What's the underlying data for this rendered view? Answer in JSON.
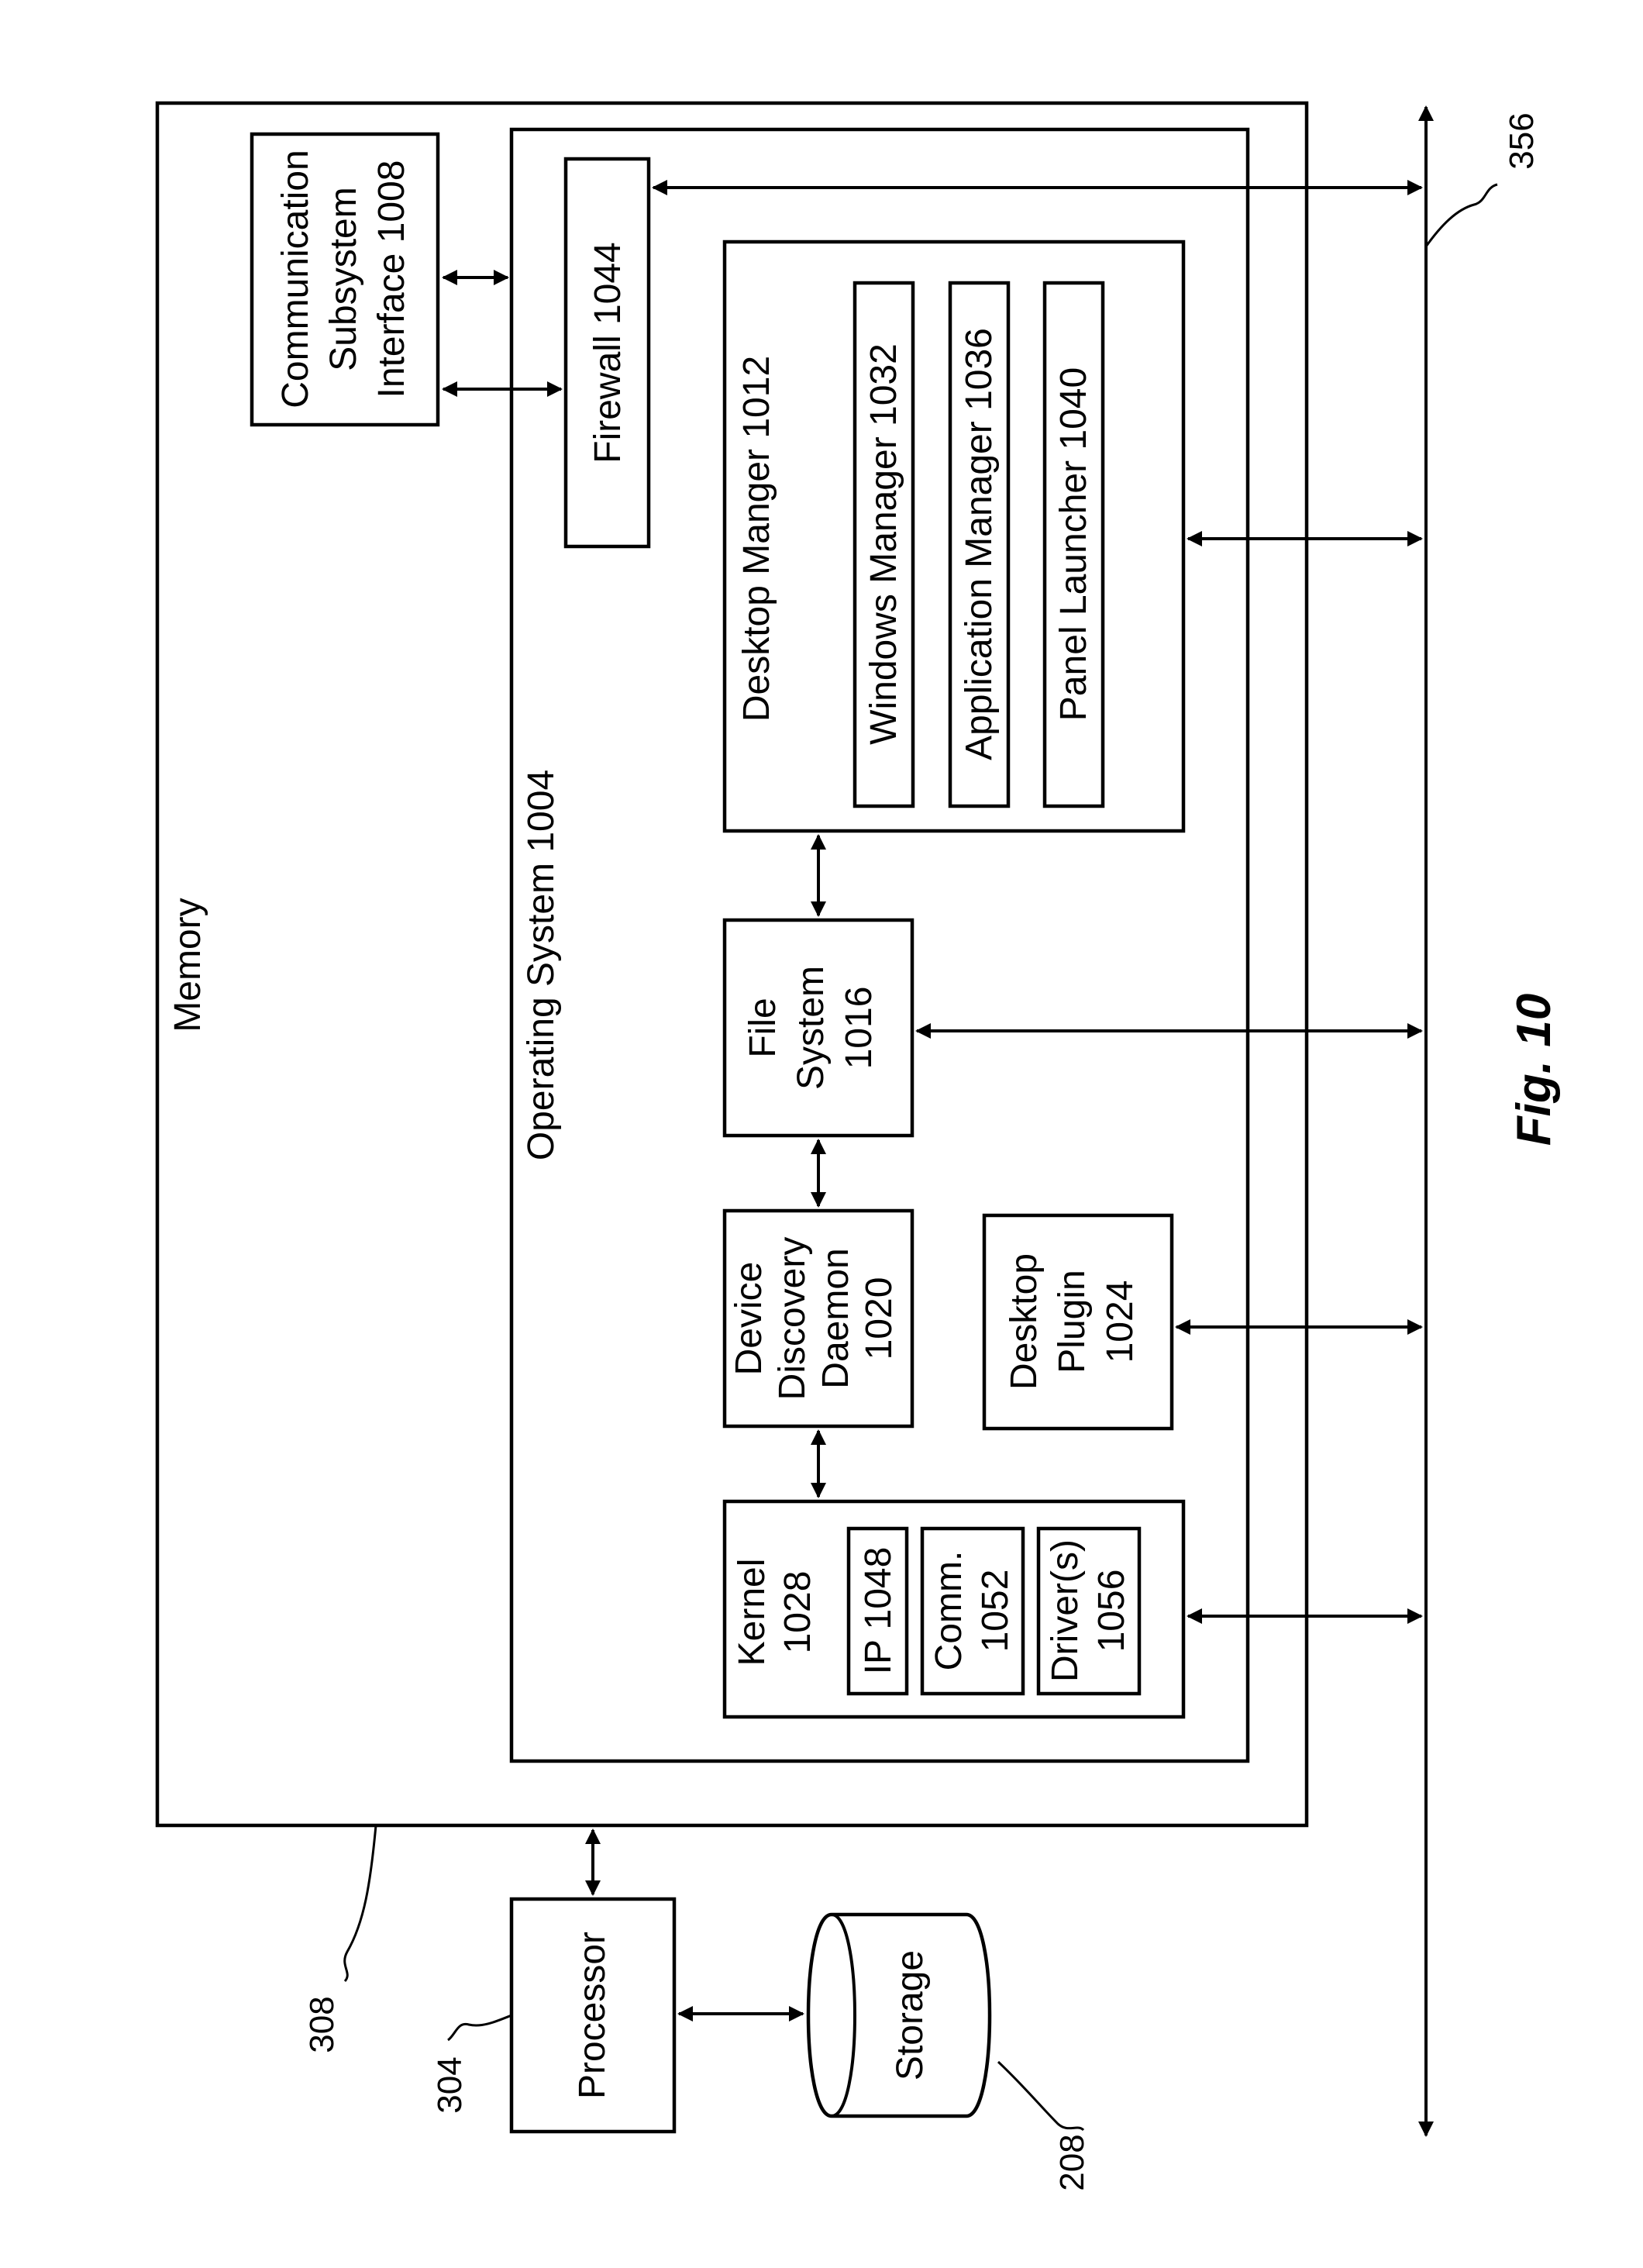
{
  "memory": {
    "label": "Memory",
    "ref": "308"
  },
  "operating_system": {
    "label": "Operating System 1004"
  },
  "comm_subsystem": {
    "line1": "Communication",
    "line2": "Subsystem",
    "line3": "Interface 1008"
  },
  "firewall": {
    "label": "Firewall 1044"
  },
  "desktop_manager": {
    "label": "Desktop Manger 1012",
    "windows_manager": "Windows Manager 1032",
    "application_manager": "Application Manager 1036",
    "panel_launcher": "Panel Launcher 1040"
  },
  "file_system": {
    "line1": "File",
    "line2": "System",
    "line3": "1016"
  },
  "device_discovery": {
    "line1": "Device",
    "line2": "Discovery",
    "line3": "Daemon",
    "line4": "1020"
  },
  "desktop_plugin": {
    "line1": "Desktop",
    "line2": "Plugin",
    "line3": "1024"
  },
  "kernel": {
    "line1": "Kernel",
    "line2": "1028",
    "ip": "IP 1048",
    "comm_line1": "Comm.",
    "comm_line2": "1052",
    "drivers_line1": "Driver(s)",
    "drivers_line2": "1056"
  },
  "processor": {
    "label": "Processor",
    "ref": "304"
  },
  "storage": {
    "label": "Storage",
    "ref": "208"
  },
  "bus": {
    "ref": "356"
  },
  "figure": {
    "label": "Fig. 10"
  }
}
